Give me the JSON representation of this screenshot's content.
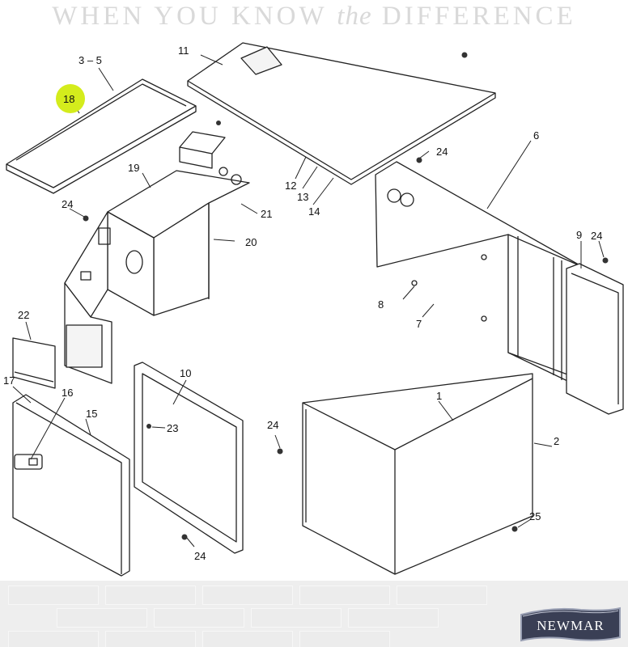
{
  "header": {
    "tagline_pre": "WHEN YOU KNOW ",
    "tagline_the": "the",
    "tagline_post": " DIFFERENCE"
  },
  "callouts": {
    "c1": "1",
    "c2": "2",
    "c3_5": "3 – 5",
    "c6": "6",
    "c7": "7",
    "c8": "8",
    "c9": "9",
    "c10": "10",
    "c11": "11",
    "c12": "12",
    "c13": "13",
    "c14": "14",
    "c15": "15",
    "c16": "16",
    "c17": "17",
    "c18": "18",
    "c19": "19",
    "c20": "20",
    "c21": "21",
    "c22": "22",
    "c23": "23",
    "c24": "24",
    "c25": "25"
  },
  "highlight_color": "#d4ec1c",
  "logo": {
    "text": "NEWMAR"
  }
}
